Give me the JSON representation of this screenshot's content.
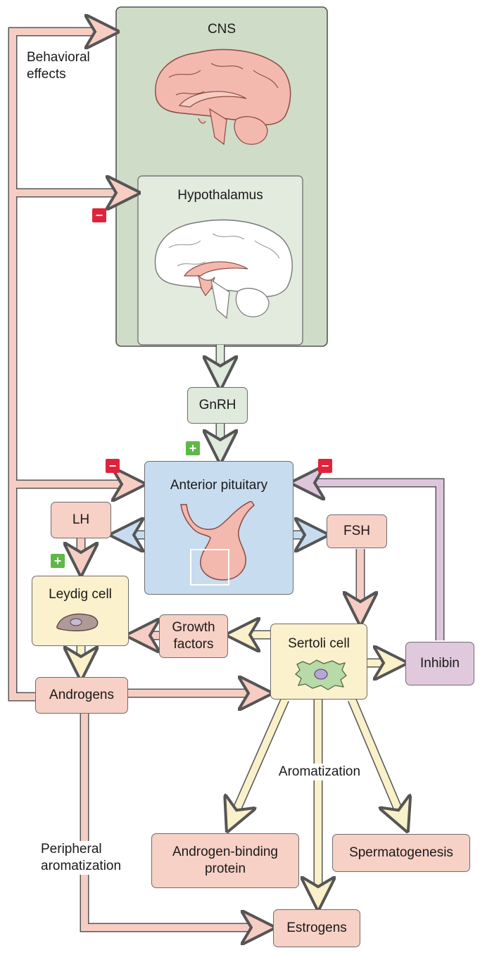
{
  "diagram": {
    "cns": "CNS",
    "behavioral_effects_line1": "Behavioral",
    "behavioral_effects_line2": "effects",
    "hypothalamus": "Hypothalamus",
    "gnrh": "GnRH",
    "anterior_pituitary": "Anterior pituitary",
    "lh": "LH",
    "fsh": "FSH",
    "leydig_cell": "Leydig cell",
    "growth_factors_line1": "Growth",
    "growth_factors_line2": "factors",
    "sertoli_cell": "Sertoli cell",
    "inhibin": "Inhibin",
    "androgens": "Androgens",
    "aromatization": "Aromatization",
    "peripheral_aromatization_line1": "Peripheral",
    "peripheral_aromatization_line2": "aromatization",
    "androgen_binding_protein_line1": "Androgen-binding",
    "androgen_binding_protein_line2": "protein",
    "spermatogenesis": "Spermatogenesis",
    "estrogens": "Estrogens",
    "minus_sign": "−",
    "plus_sign": "+"
  },
  "colors": {
    "cns_green": "#cfdcc7",
    "hypothalamus_green": "#e3ebdf",
    "pituitary_blue": "#c8dcf0",
    "androgen_pathway": "#f6cdc3",
    "sertoli_pathway": "#faf0c9",
    "inhibin_pathway": "#ddc6db",
    "gnrh_pathway": "#dfe9dc",
    "inhibit_red": "#e0233c",
    "stimulate_green": "#5fb747"
  },
  "icons": [
    "cns-brain-icon",
    "hypothalamus-brain-icon",
    "pituitary-gland-icon",
    "leydig-cell-icon",
    "sertoli-cell-icon"
  ]
}
